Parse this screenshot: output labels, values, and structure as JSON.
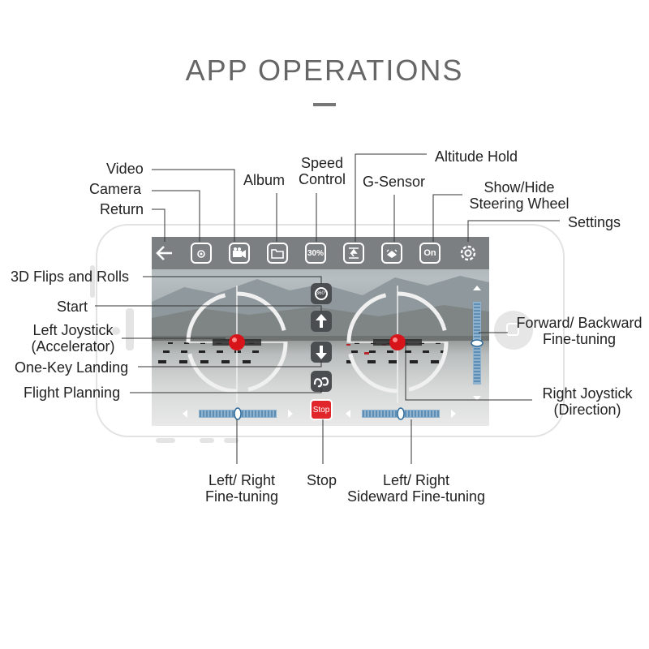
{
  "title": "APP OPERATIONS",
  "labels": {
    "video": "Video",
    "camera": "Camera",
    "return": "Return",
    "album": "Album",
    "speed_control": [
      "Speed",
      "Control"
    ],
    "altitude_hold": "Altitude Hold",
    "g_sensor": "G-Sensor",
    "show_hide_steering": [
      "Show/Hide",
      "Steering Wheel"
    ],
    "settings": "Settings",
    "flips_rolls": "3D Flips and Rolls",
    "start": "Start",
    "left_joystick": [
      "Left Joystick",
      "(Accelerator)"
    ],
    "one_key_landing": "One-Key Landing",
    "flight_planning": "Flight Planning",
    "forward_backward": [
      "Forward/ Backward",
      "Fine-tuning"
    ],
    "right_joystick": [
      "Right Joystick",
      "(Direction)"
    ],
    "left_right_finetune": [
      "Left/ Right",
      "Fine-tuning"
    ],
    "stop": "Stop",
    "sideward_finetune": [
      "Left/ Right",
      "Sideward Fine-tuning"
    ]
  },
  "toolbar": {
    "speed_value": "30%",
    "steering_value": "On",
    "stop_label": "Stop",
    "flip_label": "360°"
  },
  "colors": {
    "joystick": "#d7141a",
    "stop_button": "#e0262b",
    "toolbar": "#7c7f82",
    "title": "#666666"
  }
}
